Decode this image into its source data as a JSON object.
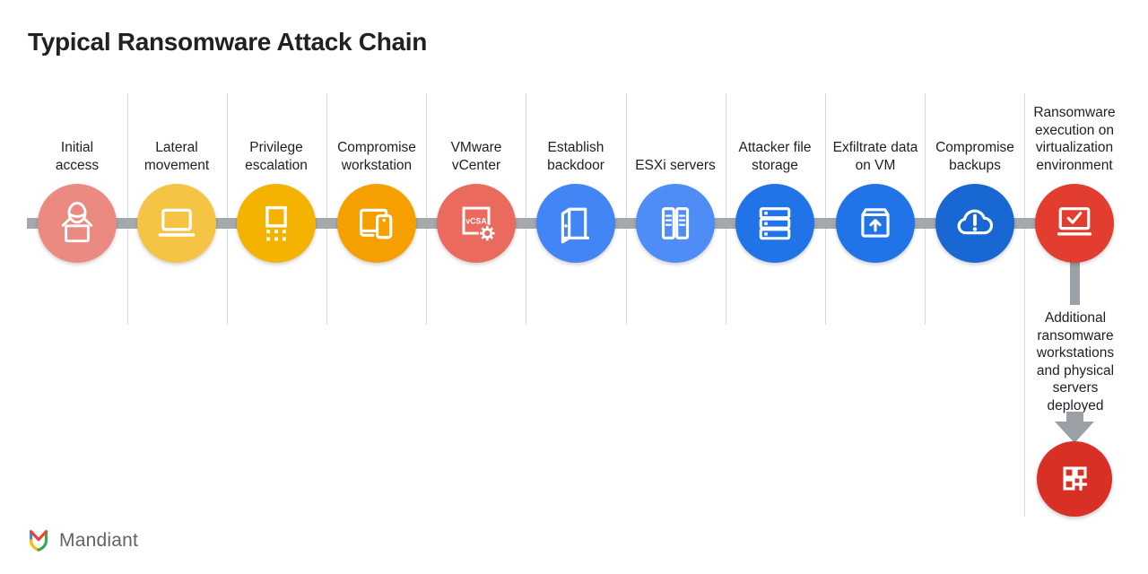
{
  "title": "Typical Ransomware Attack Chain",
  "colors": {
    "connector": "#A4A9AE",
    "divider": "#D7D9DC",
    "arrow": "#9AA0A6",
    "label_text": "#202124",
    "icon_stroke": "#FFFFFF"
  },
  "steps": [
    {
      "label": "Initial\naccess",
      "color": "#EA8A80",
      "icon": "hacker-icon"
    },
    {
      "label": "Lateral\nmovement",
      "color": "#F6C445",
      "icon": "laptop-icon"
    },
    {
      "label": "Privilege\nescalation",
      "color": "#F3B300",
      "icon": "keypad-icon"
    },
    {
      "label": "Compromise\nworkstation",
      "color": "#F5A000",
      "icon": "devices-icon"
    },
    {
      "label": "VMware\nvCenter",
      "color": "#EA6B5E",
      "icon": "vcsa-gear-icon",
      "icon_text": "vCSA"
    },
    {
      "label": "Establish\nbackdoor",
      "color": "#4285F4",
      "icon": "open-door-icon"
    },
    {
      "label": "ESXi servers",
      "color": "#4E8DF5",
      "icon": "server-towers-icon"
    },
    {
      "label": "Attacker file\nstorage",
      "color": "#2173E8",
      "icon": "storage-rack-icon"
    },
    {
      "label": "Exfiltrate data\non VM",
      "color": "#2173E8",
      "icon": "box-upload-icon"
    },
    {
      "label": "Compromise\nbackups",
      "color": "#1967D2",
      "icon": "cloud-alert-icon"
    },
    {
      "label": "Ransomware\nexecution on\nvirtualization\nenvironment",
      "color": "#E23D2E",
      "icon": "laptop-check-icon"
    }
  ],
  "branch": {
    "label": "Additional\nransomware\nworkstations\nand physical\nservers\ndeployed",
    "color": "#D93025",
    "icon": "apps-plus-icon"
  },
  "brand": {
    "name": "Mandiant"
  }
}
